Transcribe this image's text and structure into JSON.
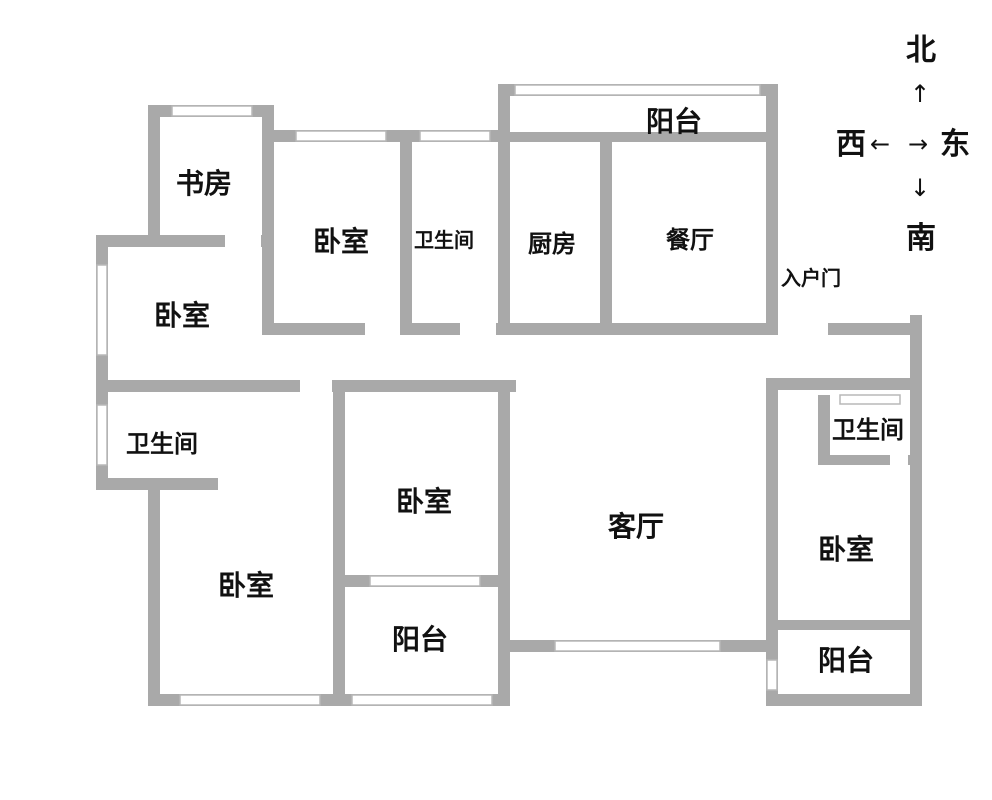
{
  "rooms": {
    "study": "书房",
    "bedroom_north": "卧室",
    "bathroom_north": "卫生间",
    "kitchen": "厨房",
    "dining": "餐厅",
    "balcony_north": "阳台",
    "bedroom_west": "卧室",
    "entrance": "入户门",
    "bathroom_west": "卫生间",
    "bedroom_southwest": "卧室",
    "bedroom_middle": "卧室",
    "balcony_middle": "阳台",
    "living_room": "客厅",
    "bathroom_east": "卫生间",
    "bedroom_east": "卧室",
    "balcony_east": "阳台"
  },
  "compass": {
    "north": "北",
    "south": "南",
    "west": "西",
    "east": "东",
    "arrow_up": "↑",
    "arrow_down": "↓",
    "arrow_left": "←",
    "arrow_right": "→"
  },
  "colors": {
    "wall": "#a9a9a9",
    "window": "#ffffff",
    "window_line": "#b8b8b8",
    "text": "#111111"
  }
}
